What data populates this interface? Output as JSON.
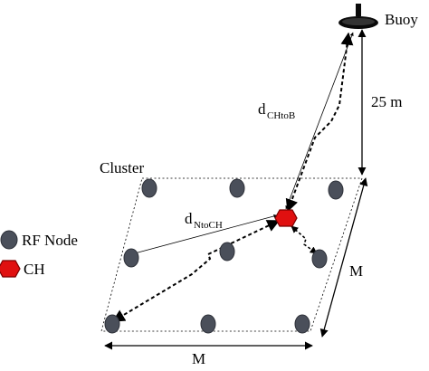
{
  "labels": {
    "buoy": "Buoy",
    "depth": "25 m",
    "cluster": "Cluster",
    "d_ch_to_b_main": "d",
    "d_ch_to_b_sub": "CHtoB",
    "d_n_to_ch_main": "d",
    "d_n_to_ch_sub": "NtoCH",
    "width_bottom": "M",
    "width_side": "M"
  },
  "legend": {
    "items": [
      {
        "label": "RF Node",
        "symbol": "rf-node",
        "color": "#4a4f5a"
      },
      {
        "label": "CH",
        "symbol": "cluster-head",
        "color": "#e01010"
      }
    ]
  },
  "colors": {
    "node_fill": "#4a4f5a",
    "node_stroke": "#2d3038",
    "ch_fill": "#e01010",
    "ch_stroke": "#7a0000",
    "buoy_fill": "#0a0a0a",
    "line": "#000000"
  }
}
